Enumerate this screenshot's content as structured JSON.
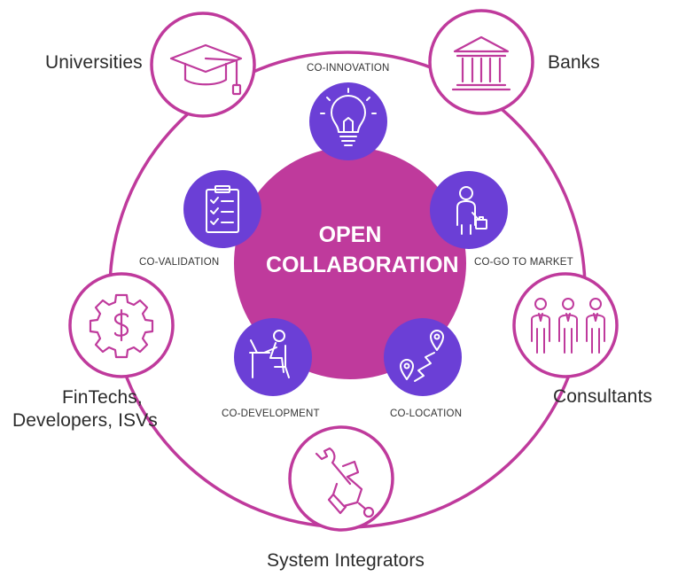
{
  "center": {
    "line1": "OPEN",
    "line2": "COLLABORATION"
  },
  "inner_nodes": [
    {
      "label": "CO-INNOVATION",
      "icon": "lightbulb-icon"
    },
    {
      "label": "CO-GO TO MARKET",
      "icon": "businessman-icon"
    },
    {
      "label": "CO-LOCATION",
      "icon": "map-route-icon"
    },
    {
      "label": "CO-DEVELOPMENT",
      "icon": "person-at-desk-icon"
    },
    {
      "label": "CO-VALIDATION",
      "icon": "clipboard-checklist-icon"
    }
  ],
  "outer_nodes": [
    {
      "label": "Universities",
      "icon": "graduation-cap-icon"
    },
    {
      "label": "Banks",
      "icon": "bank-building-icon"
    },
    {
      "label": "Consultants",
      "icon": "people-group-icon"
    },
    {
      "label": "System Integrators",
      "icon": "wrench-hand-icon"
    },
    {
      "label_line1": "FinTechs,",
      "label_line2": "Developers, ISVs",
      "icon": "dollar-gear-icon"
    }
  ],
  "colors": {
    "magenta": "#bf3a9c",
    "purple": "#6b3fd6",
    "ring": "#bf3a9c",
    "text": "#2b2b2b"
  }
}
